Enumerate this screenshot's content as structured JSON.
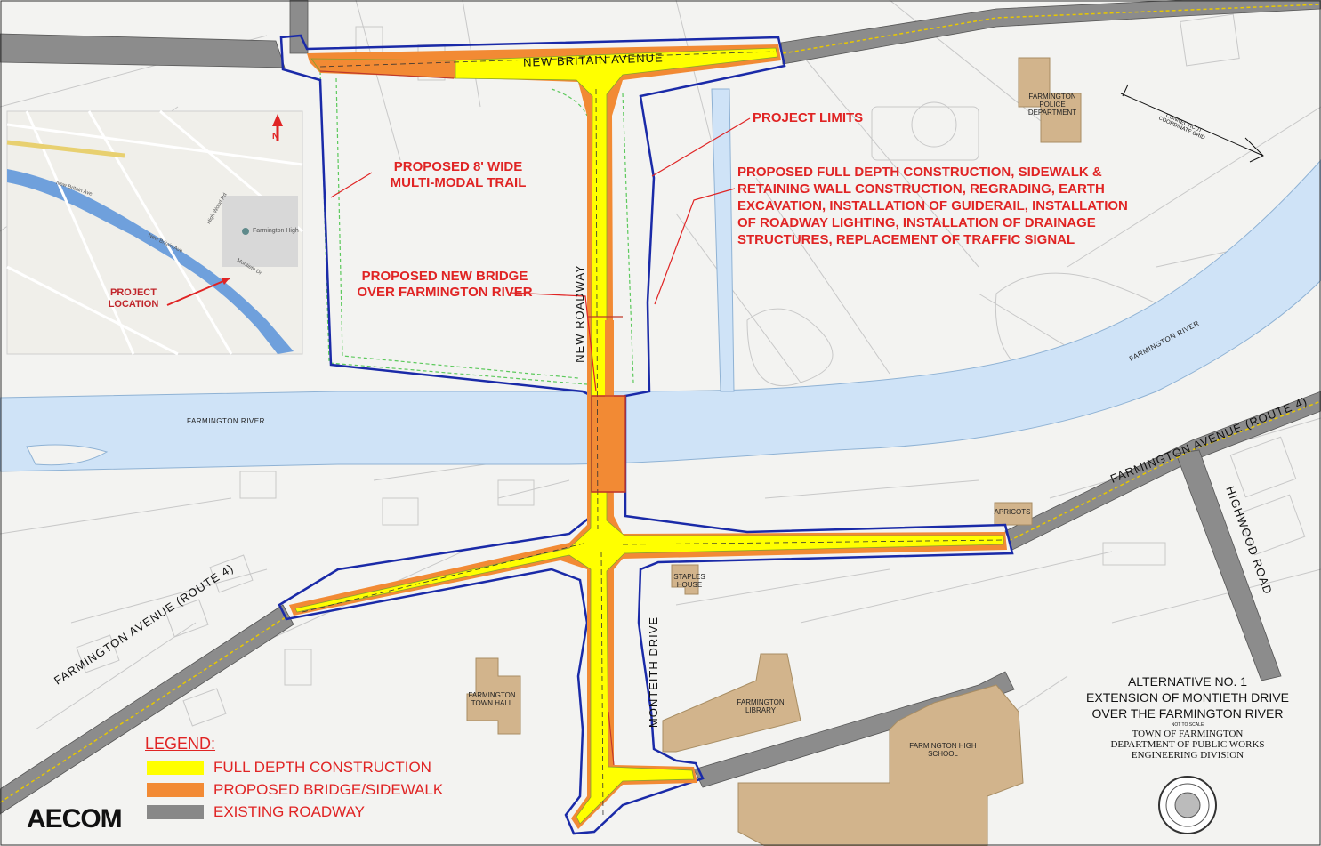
{
  "colors": {
    "river": "#cfe3f7",
    "full_depth": "#ffff00",
    "bridge_sidewalk": "#f28a34",
    "existing_roadway": "#888888",
    "project_limits": "#1a2aa8",
    "trail": "#5cc95c",
    "building": "#d2b48c",
    "callout": "#e02424"
  },
  "streets": {
    "new_britain": "NEW  BRITAIN  AVENUE",
    "new_roadway": "NEW  ROADWAY",
    "farmington_ave_west": "FARMINGTON  AVENUE  (ROUTE  4)",
    "farmington_ave_east": "FARMINGTON  AVENUE  (ROUTE  4)",
    "highwood": "HIGHWOOD  ROAD",
    "monteith": "MONTEITH  DRIVE",
    "river_west": "FARMINGTON RIVER",
    "river_east": "FARMINGTON RIVER"
  },
  "buildings": {
    "police": "FARMINGTON POLICE DEPARTMENT",
    "town_hall": "FARMINGTON TOWN HALL",
    "library": "FARMINGTON LIBRARY",
    "high_school": "FARMINGTON HIGH SCHOOL",
    "staples": "STAPLES HOUSE",
    "apricots": "APRICOTS"
  },
  "callouts": {
    "project_limits": "PROJECT LIMITS",
    "trail": "PROPOSED 8' WIDE MULTI-MODAL TRAIL",
    "bridge": "PROPOSED NEW BRIDGE OVER FARMINGTON RIVER",
    "scope": [
      "PROPOSED FULL DEPTH CONSTRUCTION, SIDEWALK &",
      "RETAINING WALL CONSTRUCTION, REGRADING, EARTH",
      "EXCAVATION, INSTALLATION OF GUIDERAIL, INSTALLATION",
      "OF ROADWAY LIGHTING, INSTALLATION OF DRAINAGE",
      "STRUCTURES, REPLACEMENT OF TRAFFIC SIGNAL"
    ]
  },
  "inset": {
    "project_location": "PROJECT LOCATION",
    "poi": "Farmington High",
    "north": "N",
    "streets": [
      "New Britain Ave",
      "High Wood Rd",
      "Montieth Dr",
      "New Britain Ave"
    ]
  },
  "legend": {
    "title": "LEGEND:",
    "items": [
      {
        "label": "FULL DEPTH CONSTRUCTION",
        "color": "#ffff00"
      },
      {
        "label": "PROPOSED BRIDGE/SIDEWALK",
        "color": "#f28a34"
      },
      {
        "label": "EXISTING ROADWAY",
        "color": "#888888"
      }
    ]
  },
  "title_block": {
    "line1": "ALTERNATIVE NO. 1",
    "line2": "EXTENSION OF MONTIETH DRIVE",
    "line3": "OVER THE FARMINGTON RIVER",
    "scale": "NOT TO SCALE",
    "org1": "TOWN OF FARMINGTON",
    "org2": "DEPARTMENT OF PUBLIC WORKS",
    "org3": "ENGINEERING DIVISION"
  },
  "coordinate_grid": "CONNECTICUT COORDINATE GRID",
  "logo": "AECOM"
}
